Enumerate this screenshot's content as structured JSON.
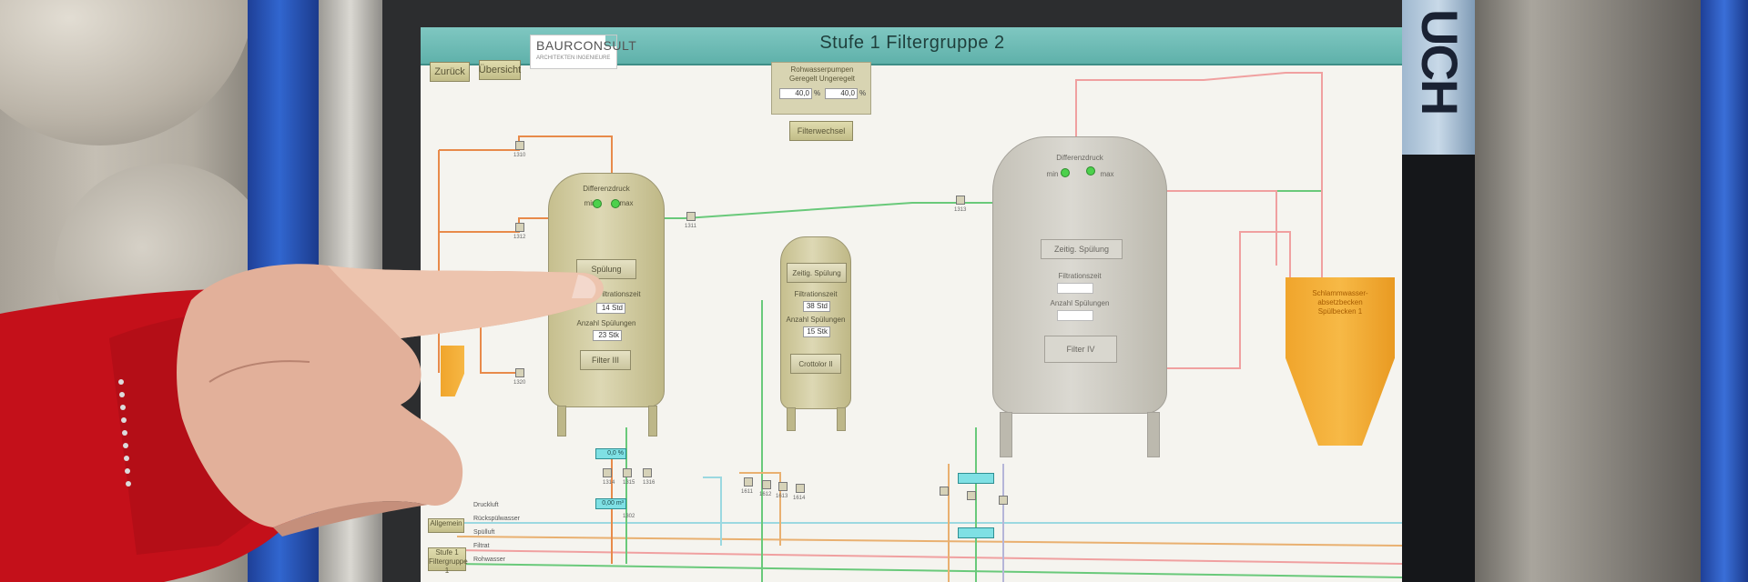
{
  "hmi": {
    "title": "Stufe 1 Filtergruppe 2",
    "nav": {
      "back": "Zurück",
      "overview": "Übersicht"
    },
    "logo": {
      "name": "BAURCONSULT",
      "tagline": "ARCHITEKTEN INGENIEURE"
    },
    "raw_water": {
      "header": "Rohwasserpumpen",
      "col_regulated": "Geregelt",
      "col_unregulated": "Ungeregelt",
      "value_regulated": "40,0",
      "value_unregulated": "40,0",
      "unit": "%",
      "button": "Filterwechsel"
    },
    "filter_left": {
      "diff_label": "Differenzdruck",
      "min": "min",
      "max": "max",
      "button": "Spülung",
      "filtration_label": "Filtrationszeit",
      "filtration_value": "14 Std",
      "rinses_label": "Anzahl Spülungen",
      "rinses_value": "23 Stk",
      "name_button": "Filter III"
    },
    "filter_middle": {
      "button": "Zeitig. Spülung",
      "filtration_label": "Filtrationszeit",
      "filtration_value": "38 Std",
      "rinses_label": "Anzahl Spülungen",
      "rinses_value": "15 Stk",
      "name_button": "Crottolor II"
    },
    "filter_right": {
      "diff_label": "Differenzdruck",
      "min": "min",
      "max": "max",
      "button": "Zeitig. Spülung",
      "filtration_label": "Filtrationszeit",
      "rinses_label": "Anzahl Spülungen",
      "name_button": "Filter IV"
    },
    "valves": [
      {
        "label": "1310"
      },
      {
        "label": "1312"
      },
      {
        "label": "1311"
      },
      {
        "label": "1320"
      },
      {
        "label": "1313"
      },
      {
        "label": "1314"
      },
      {
        "label": "1315"
      },
      {
        "label": "1316"
      },
      {
        "label": "1302"
      },
      {
        "label": "1611"
      },
      {
        "label": "1612"
      },
      {
        "label": "1613"
      },
      {
        "label": "1614"
      }
    ],
    "cyan_values": {
      "top": "0,0 %",
      "bottom": "0,00 m³"
    },
    "side_buttons": {
      "general": "Allgemein",
      "stage": "Stufe 1\nFiltergruppe 1"
    },
    "legend": [
      "Druckluft",
      "Rückspülwasser",
      "Spülluft",
      "Filtrat",
      "Rohwasser"
    ],
    "hopper_text": "Schlammwasser-\nabsetzbecken\nSpülbecken 1",
    "side_panel_text": "UCH"
  },
  "colors": {
    "title_bar": "#6fbcb5",
    "button": "#cfcb99",
    "line_green": "#69c97a",
    "line_orange": "#e88a4a",
    "line_pink": "#f0a0a0",
    "hopper": "#f3ae38",
    "led": "#4cd14c"
  }
}
